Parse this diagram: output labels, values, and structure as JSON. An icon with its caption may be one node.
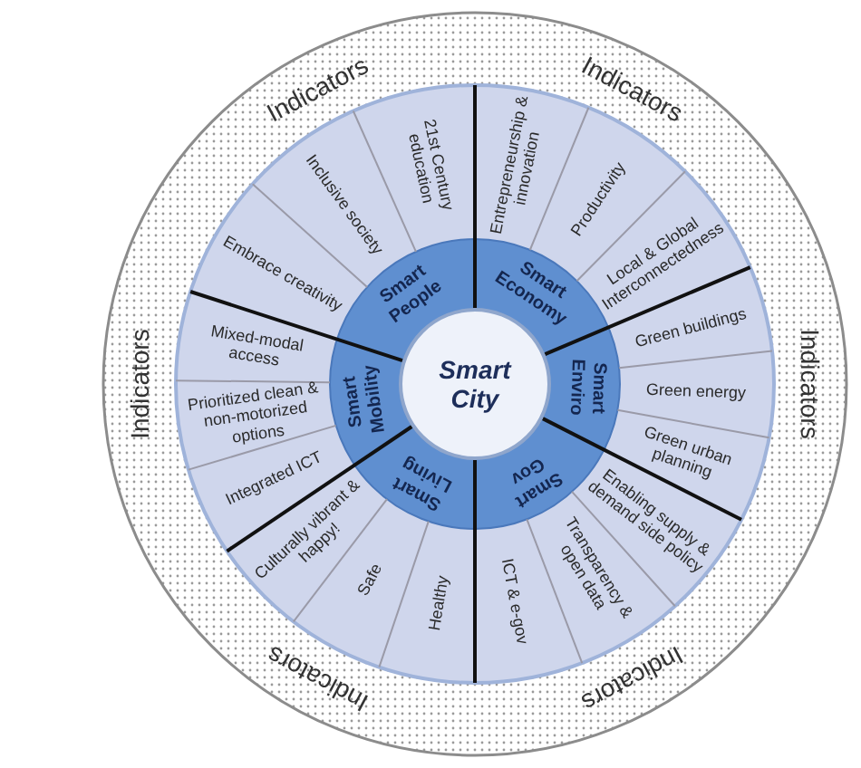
{
  "diagram": {
    "nodes": [
      {
        "text": [
          "Smart City"
        ]
      },
      {
        "text": [
          "Smart People"
        ]
      },
      {
        "text": [
          "Smart Economy"
        ]
      },
      {
        "text": [
          "Smart Enviro"
        ]
      },
      {
        "text": [
          "Smart Gov"
        ]
      },
      {
        "text": [
          "Smart Living"
        ]
      },
      {
        "text": [
          "Smart Mobility"
        ]
      },
      {
        "text": [
          "Embrace creativity"
        ]
      },
      {
        "text": [
          "Inclusive society"
        ]
      },
      {
        "text": [
          "21st Century education"
        ]
      },
      {
        "text": [
          "Entrepreneurship & innovation"
        ]
      },
      {
        "text": [
          "Productivity"
        ]
      },
      {
        "text": [
          "Local & Global Interconnectedness"
        ]
      },
      {
        "text": [
          "Green buildings"
        ]
      },
      {
        "text": [
          "Green energy"
        ]
      },
      {
        "text": [
          "Green urban planning"
        ]
      },
      {
        "text": [
          "Enabling supply & demand side policy"
        ]
      },
      {
        "text": [
          "Transparency & open data"
        ]
      },
      {
        "text": [
          "ICT & e-gov"
        ]
      },
      {
        "text": [
          "Healthy"
        ]
      },
      {
        "text": [
          "Safe"
        ]
      },
      {
        "text": [
          "Culturally vibrant & happy!"
        ]
      },
      {
        "text": [
          "Integrated ICT"
        ]
      },
      {
        "text": [
          "Prioritized clean & non-motorized options"
        ]
      },
      {
        "text": [
          "Mixed-modal access"
        ]
      }
    ],
    "labels": [
      "Indicators",
      "Indicators",
      "Indicators",
      "Indicators",
      "Indicators",
      "Indicators"
    ]
  }
}
